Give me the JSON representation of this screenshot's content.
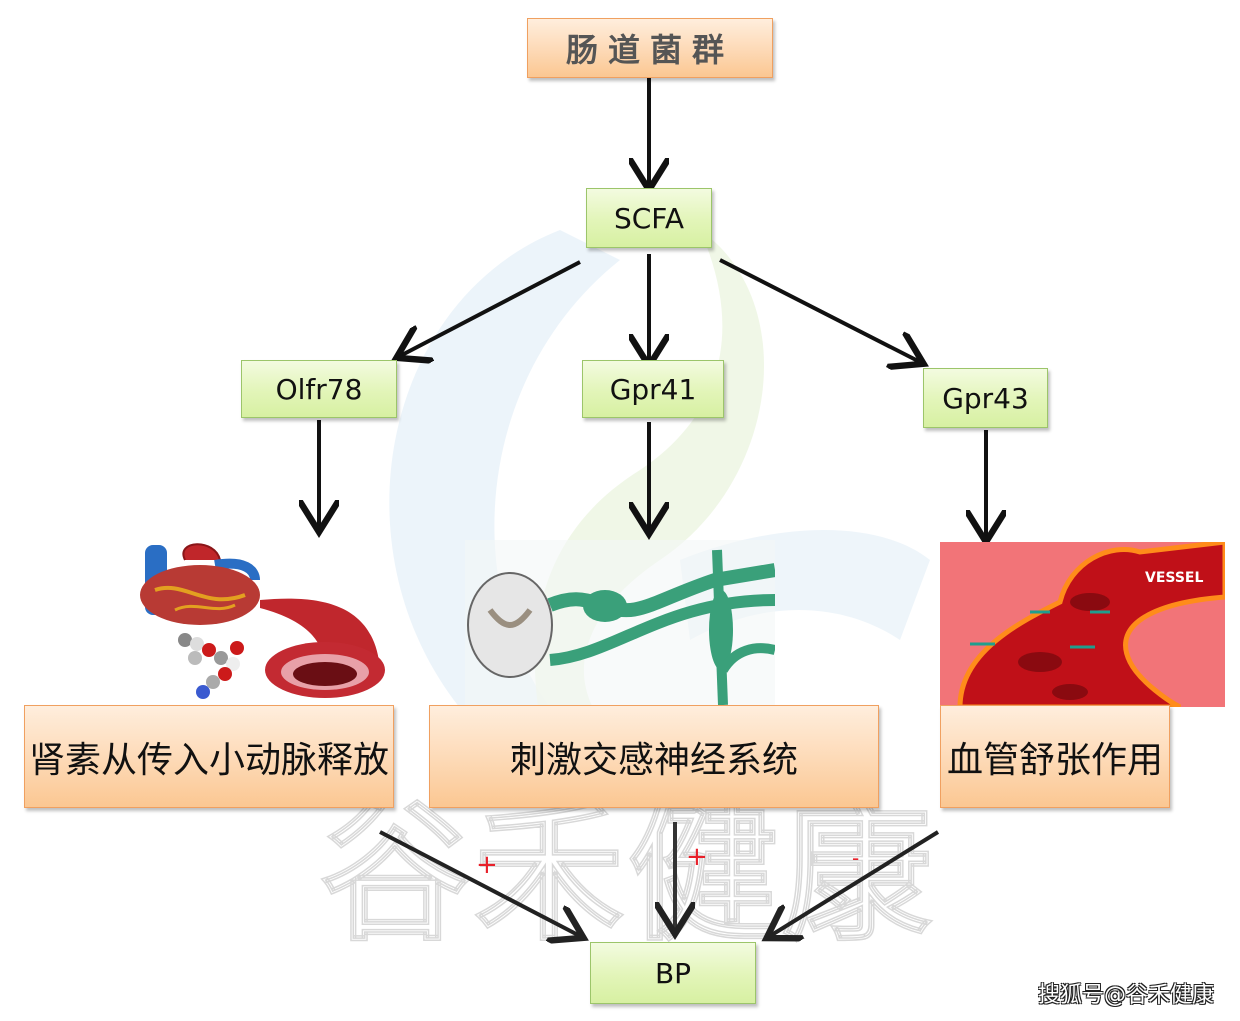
{
  "diagram": {
    "nodes": {
      "gut_microbiota": "肠道菌群",
      "scfa": "SCFA",
      "olfr78": "Olfr78",
      "gpr41": "Gpr41",
      "gpr43": "Gpr43",
      "renin_release": "肾素从传入小动脉释放",
      "sympathetic": "刺激交感神经系统",
      "vasodilation": "血管舒张作用",
      "bp": "BP"
    },
    "edges": [
      {
        "from": "gut_microbiota",
        "to": "scfa"
      },
      {
        "from": "scfa",
        "to": "olfr78"
      },
      {
        "from": "scfa",
        "to": "gpr41"
      },
      {
        "from": "scfa",
        "to": "gpr43"
      },
      {
        "from": "olfr78",
        "to": "renin_release"
      },
      {
        "from": "gpr41",
        "to": "sympathetic"
      },
      {
        "from": "gpr43",
        "to": "vasodilation"
      },
      {
        "from": "renin_release",
        "to": "bp",
        "sign": "+"
      },
      {
        "from": "sympathetic",
        "to": "bp",
        "sign": "+"
      },
      {
        "from": "vasodilation",
        "to": "bp",
        "sign": "-"
      }
    ],
    "illustrations": {
      "heart_vessel": "heart-and-artery-illustration",
      "nerve": "spinal-cord-sympathetic-nerve-illustration",
      "vessel": "dilated-vessel-illustration",
      "vessel_label": "VESSEL"
    },
    "signs": {
      "renin": "+",
      "sympathetic": "+",
      "vasodilation": "-"
    }
  },
  "watermark": {
    "text": "谷禾健康",
    "credit": "搜狐号@谷禾健康"
  },
  "colors": {
    "green_box": "#e2f5b8",
    "orange_box": "#fdd9b5",
    "sign_red": "#e8202a",
    "arrow": "#111111"
  }
}
